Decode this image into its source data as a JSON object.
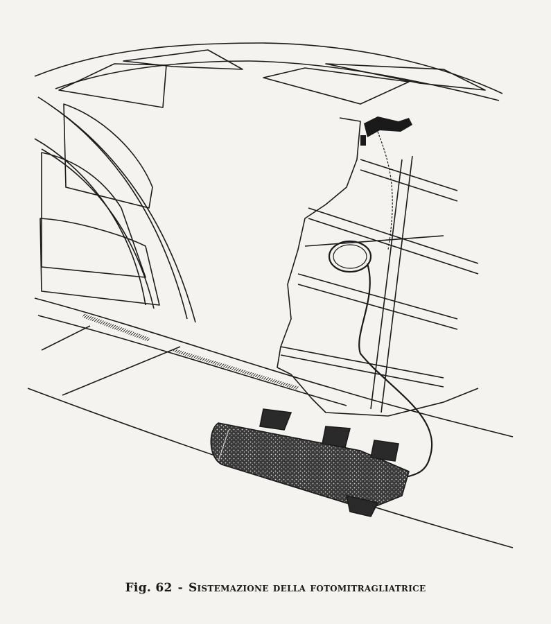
{
  "caption": {
    "fig_label": "Fig. 62",
    "separator": "-",
    "title": "Sistemazione della fotomitragliatrice"
  },
  "colors": {
    "paper": "#f4f3ef",
    "ink": "#1a1a1a",
    "hatch": "#2a2a2a"
  },
  "illustration": {
    "subject": "technical-line-drawing"
  }
}
